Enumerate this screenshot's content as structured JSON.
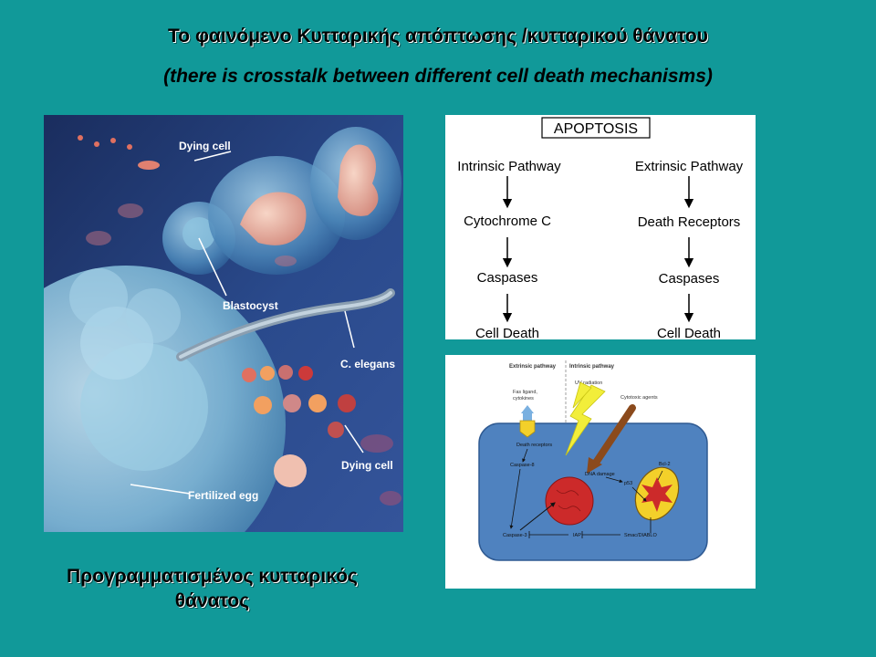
{
  "slide": {
    "title": "Το φαινόμενο Κυτταρικής απόπτωσης /κυτταρικού θάνατου",
    "subtitle": "(there is crosstalk between different cell death mechanisms)",
    "caption_line1": "Προγραμματισμένος κυτταρικός",
    "caption_line2": "θάνατος"
  },
  "illustration": {
    "labels": {
      "dying_cell_top": "Dying cell",
      "blastocyst": "Blastocyst",
      "c_elegans": "C. elegans",
      "dying_cell_bottom": "Dying cell",
      "fertilized_egg": "Fertilized egg"
    }
  },
  "apoptosis_diagram": {
    "title": "APOPTOSIS",
    "intrinsic": [
      "Intrinsic Pathway",
      "Cytochrome C",
      "Caspases",
      "Cell Death"
    ],
    "extrinsic": [
      "Extrinsic Pathway",
      "Death Receptors",
      "Caspases",
      "Cell Death"
    ]
  },
  "pathway_diagram": {
    "headers": {
      "extrinsic": "Extrinsic pathway",
      "intrinsic": "Intrinsic pathway"
    },
    "labels": {
      "uv": "UV radiation",
      "fas_line1": "Fas ligand,",
      "fas_line2": "cytokines",
      "cytotoxic": "Cytotoxic agents",
      "death_receptors": "Death receptors",
      "caspase8": "Caspase-8",
      "dna_damage": "DNA damage",
      "p53": "p53",
      "bcl2": "Bcl-2",
      "caspase3": "Caspase-3",
      "iap": "IAP",
      "smac": "Smac/DIABLO"
    }
  },
  "colors": {
    "background": "#119999",
    "cell_body": "#4f82bf",
    "nucleus": "#cc2a2a",
    "lightning": "#f2ee3a",
    "mitochondrion": "#f3d02a",
    "arrow_brown": "#8b4a1c"
  }
}
